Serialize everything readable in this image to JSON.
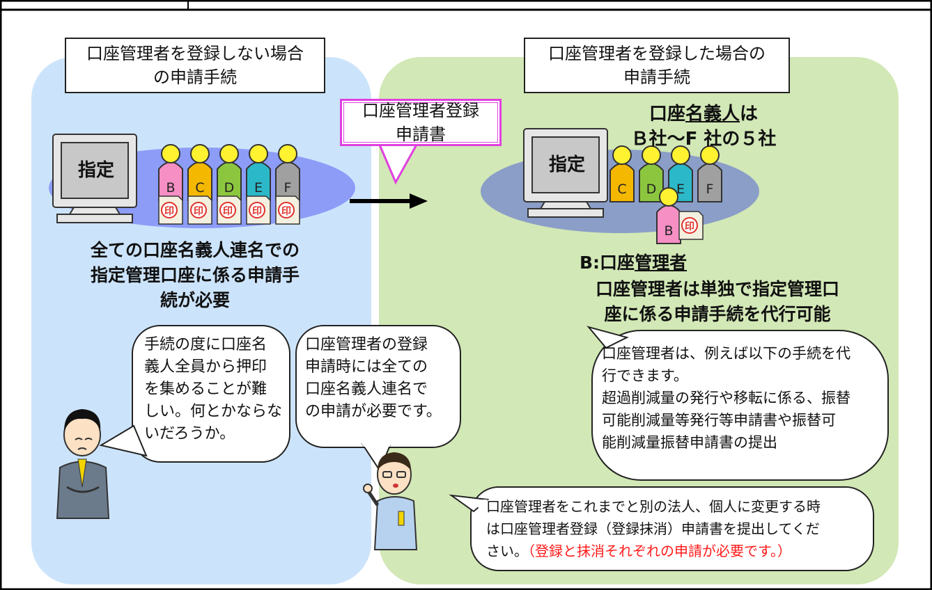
{
  "left_panel": {
    "title_line1": "口座管理者を登録しない場合",
    "title_line2": "の申請手続",
    "monitor_label": "指定",
    "people": [
      "B",
      "C",
      "D",
      "E",
      "F"
    ],
    "seal_char": "印",
    "caption_line1": "全ての口座名義人連名での",
    "caption_line2": "指定管理口座に係る申請手",
    "caption_line3": "続が必要",
    "bubble_lines": [
      "手続の度に口座名",
      "義人全員から押印",
      "を集めることが難",
      "しい。何とかならな",
      "いだろうか。"
    ]
  },
  "center": {
    "form_line1": "口座管理者登録",
    "form_line2": "申請書",
    "bubble_lines": [
      "口座管理者の登録",
      "申請時には全ての",
      "口座名義人連名で",
      "の申請が必要です。"
    ]
  },
  "right_panel": {
    "title_line1": "口座管理者を登録した場合の",
    "title_line2": "申請手続",
    "holders_prefix": "口座",
    "holders_underlined": "名義人",
    "holders_suffix": "は",
    "holders_line2": "Ｂ社～F 社の５社",
    "monitor_label": "指定",
    "people": [
      "C",
      "D",
      "E",
      "F"
    ],
    "manager_letter": "B",
    "seal_char": "印",
    "manager_prefix": "B:口座",
    "manager_underlined": "管理者",
    "caption_line1": "口座管理者は単独で指定管理口",
    "caption_line2": "座に係る申請手続を代行可能",
    "bubble_lines": [
      "口座管理者は、例えば以下の手続を代",
      "行できます。",
      "超過削減量の発行や移転に係る、振替",
      "可能削減量等発行等申請書や振替可",
      "能削減量振替申請書の提出"
    ],
    "change_line1": "口座管理者をこれまでと別の法人、個人に変更する時",
    "change_line2": "は口座管理者登録（登録抹消）申請書を提出してくだ",
    "change_line3_black": "さい。",
    "change_line3_red": "（登録と抹消それぞれの申請が必要です。）"
  },
  "colors": {
    "left_panel": "#cce4fb",
    "right_panel": "#d2e8b6",
    "left_ellipse": "#8c9cf7",
    "right_ellipse": "#8b9ec8",
    "form_border": "#e040e0",
    "seal_red": "#e0302a",
    "person_B": "#f58fc4",
    "person_C": "#f5b800",
    "person_D": "#8cc63e",
    "person_E": "#2bb8c8",
    "person_F": "#a0a0a0",
    "head": "#fff230",
    "red_text": "#ff1a1a"
  }
}
